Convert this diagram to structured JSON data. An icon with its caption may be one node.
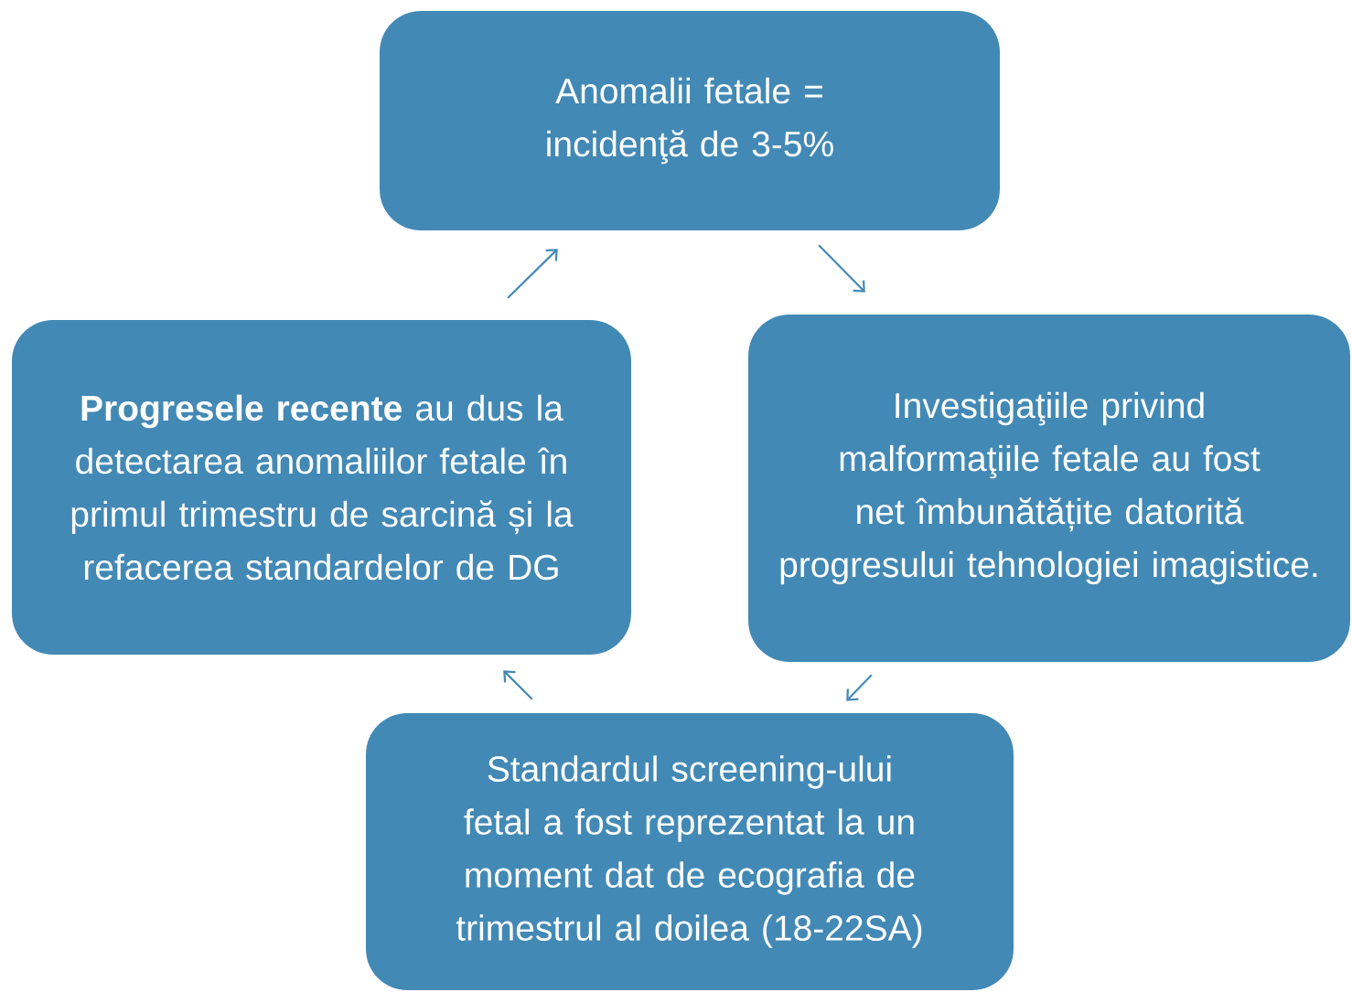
{
  "diagram": {
    "nodes": [
      {
        "text": [
          "Anomalii fetale = incidenţă de 3-5%"
        ]
      },
      {
        "text": [
          "Investigaţiile privind malformaţiile fetale au fost net îmbunătățite datorită progresului tehnologiei imagistice."
        ]
      },
      {
        "text": [
          "Standardul screening-ului fetal a fost reprezentat la un moment dat de ecografia de trimestrul al doilea (18-22SA)"
        ]
      },
      {
        "text": [
          "**Progresele recente** au dus la detectarea anomaliilor fetale în primul trimestru de sarcină și la refacerea standardelor de DG"
        ]
      }
    ],
    "edges": [
      {
        "from": 0,
        "to": 1,
        "arrow": "to"
      },
      {
        "from": 1,
        "to": 2,
        "arrow": "to"
      },
      {
        "from": 2,
        "to": 3,
        "arrow": "to"
      },
      {
        "from": 3,
        "to": 0,
        "arrow": "to"
      }
    ]
  }
}
